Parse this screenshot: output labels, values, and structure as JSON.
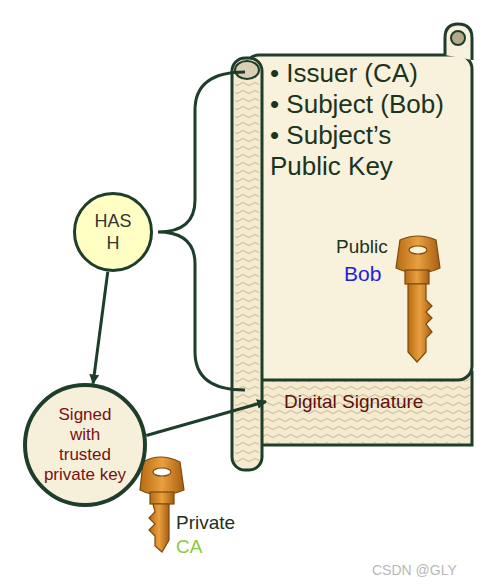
{
  "diagram": {
    "nodes": [
      {
        "text": [
          "• Issuer (CA)",
          "• Subject (Bob)",
          "• Subject’s Public Key"
        ]
      },
      {
        "text": [
          "Digital Signature"
        ]
      },
      {
        "text": [
          "HAS H"
        ]
      },
      {
        "text": [
          "Signed with trusted private key"
        ]
      }
    ],
    "edges": [
      {
        "from": 2,
        "to": 3,
        "arrow": "to"
      },
      {
        "from": 3,
        "to": 1,
        "arrow": "to"
      }
    ],
    "labels": [
      "Public",
      "Bob",
      "Private",
      "CA",
      "CSDN @GLY"
    ]
  }
}
